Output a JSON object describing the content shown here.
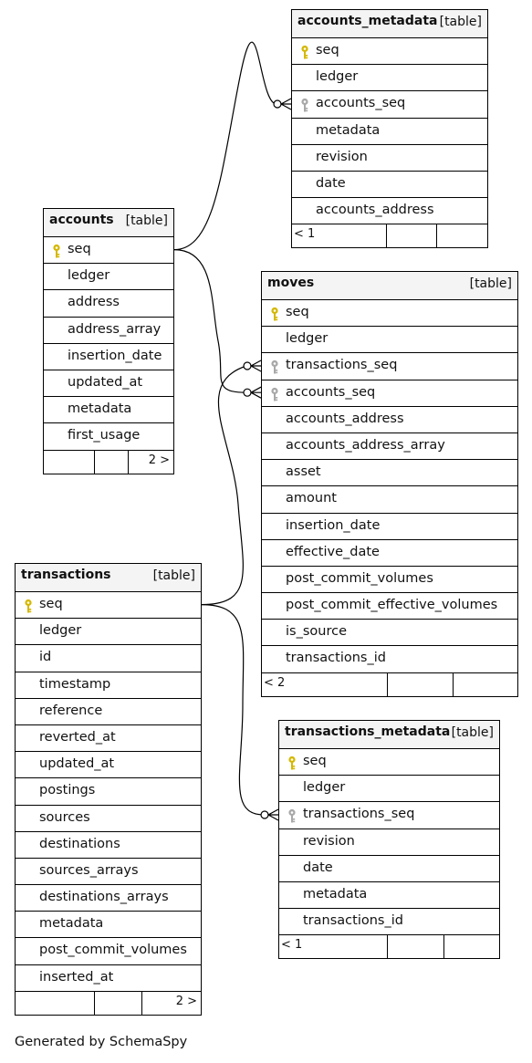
{
  "diagram": {
    "type_label": "[table]",
    "footer": "Generated by SchemaSpy",
    "tables": [
      {
        "id": "accounts_metadata",
        "name": "accounts_metadata",
        "columns": [
          {
            "name": "seq",
            "key": "primary"
          },
          {
            "name": "ledger",
            "key": ""
          },
          {
            "name": "accounts_seq",
            "key": "foreign"
          },
          {
            "name": "metadata",
            "key": ""
          },
          {
            "name": "revision",
            "key": ""
          },
          {
            "name": "date",
            "key": ""
          },
          {
            "name": "accounts_address",
            "key": ""
          }
        ],
        "footer_left": "< 1",
        "footer_right": ""
      },
      {
        "id": "accounts",
        "name": "accounts",
        "columns": [
          {
            "name": "seq",
            "key": "primary"
          },
          {
            "name": "ledger",
            "key": ""
          },
          {
            "name": "address",
            "key": ""
          },
          {
            "name": "address_array",
            "key": ""
          },
          {
            "name": "insertion_date",
            "key": ""
          },
          {
            "name": "updated_at",
            "key": ""
          },
          {
            "name": "metadata",
            "key": ""
          },
          {
            "name": "first_usage",
            "key": ""
          }
        ],
        "footer_left": "",
        "footer_right": "2 >"
      },
      {
        "id": "moves",
        "name": "moves",
        "columns": [
          {
            "name": "seq",
            "key": "primary"
          },
          {
            "name": "ledger",
            "key": ""
          },
          {
            "name": "transactions_seq",
            "key": "foreign"
          },
          {
            "name": "accounts_seq",
            "key": "foreign"
          },
          {
            "name": "accounts_address",
            "key": ""
          },
          {
            "name": "accounts_address_array",
            "key": ""
          },
          {
            "name": "asset",
            "key": ""
          },
          {
            "name": "amount",
            "key": ""
          },
          {
            "name": "insertion_date",
            "key": ""
          },
          {
            "name": "effective_date",
            "key": ""
          },
          {
            "name": "post_commit_volumes",
            "key": ""
          },
          {
            "name": "post_commit_effective_volumes",
            "key": ""
          },
          {
            "name": "is_source",
            "key": ""
          },
          {
            "name": "transactions_id",
            "key": ""
          }
        ],
        "footer_left": "< 2",
        "footer_right": ""
      },
      {
        "id": "transactions",
        "name": "transactions",
        "columns": [
          {
            "name": "seq",
            "key": "primary"
          },
          {
            "name": "ledger",
            "key": ""
          },
          {
            "name": "id",
            "key": ""
          },
          {
            "name": "timestamp",
            "key": ""
          },
          {
            "name": "reference",
            "key": ""
          },
          {
            "name": "reverted_at",
            "key": ""
          },
          {
            "name": "updated_at",
            "key": ""
          },
          {
            "name": "postings",
            "key": ""
          },
          {
            "name": "sources",
            "key": ""
          },
          {
            "name": "destinations",
            "key": ""
          },
          {
            "name": "sources_arrays",
            "key": ""
          },
          {
            "name": "destinations_arrays",
            "key": ""
          },
          {
            "name": "metadata",
            "key": ""
          },
          {
            "name": "post_commit_volumes",
            "key": ""
          },
          {
            "name": "inserted_at",
            "key": ""
          }
        ],
        "footer_left": "",
        "footer_right": "2 >"
      },
      {
        "id": "transactions_metadata",
        "name": "transactions_metadata",
        "columns": [
          {
            "name": "seq",
            "key": "primary"
          },
          {
            "name": "ledger",
            "key": ""
          },
          {
            "name": "transactions_seq",
            "key": "foreign"
          },
          {
            "name": "revision",
            "key": ""
          },
          {
            "name": "date",
            "key": ""
          },
          {
            "name": "metadata",
            "key": ""
          },
          {
            "name": "transactions_id",
            "key": ""
          }
        ],
        "footer_left": "< 1",
        "footer_right": ""
      }
    ],
    "relations": [
      {
        "from_table": "accounts",
        "from_column": "seq",
        "to_table": "accounts_metadata",
        "to_column": "accounts_seq"
      },
      {
        "from_table": "accounts",
        "from_column": "seq",
        "to_table": "moves",
        "to_column": "accounts_seq"
      },
      {
        "from_table": "transactions",
        "from_column": "seq",
        "to_table": "moves",
        "to_column": "transactions_seq"
      },
      {
        "from_table": "transactions",
        "from_column": "seq",
        "to_table": "transactions_metadata",
        "to_column": "transactions_seq"
      }
    ],
    "colors": {
      "primary_key": "#d4b800",
      "foreign_key": "#a8a8a8",
      "header_bg": "#f4f4f4",
      "line": "#000000"
    }
  }
}
